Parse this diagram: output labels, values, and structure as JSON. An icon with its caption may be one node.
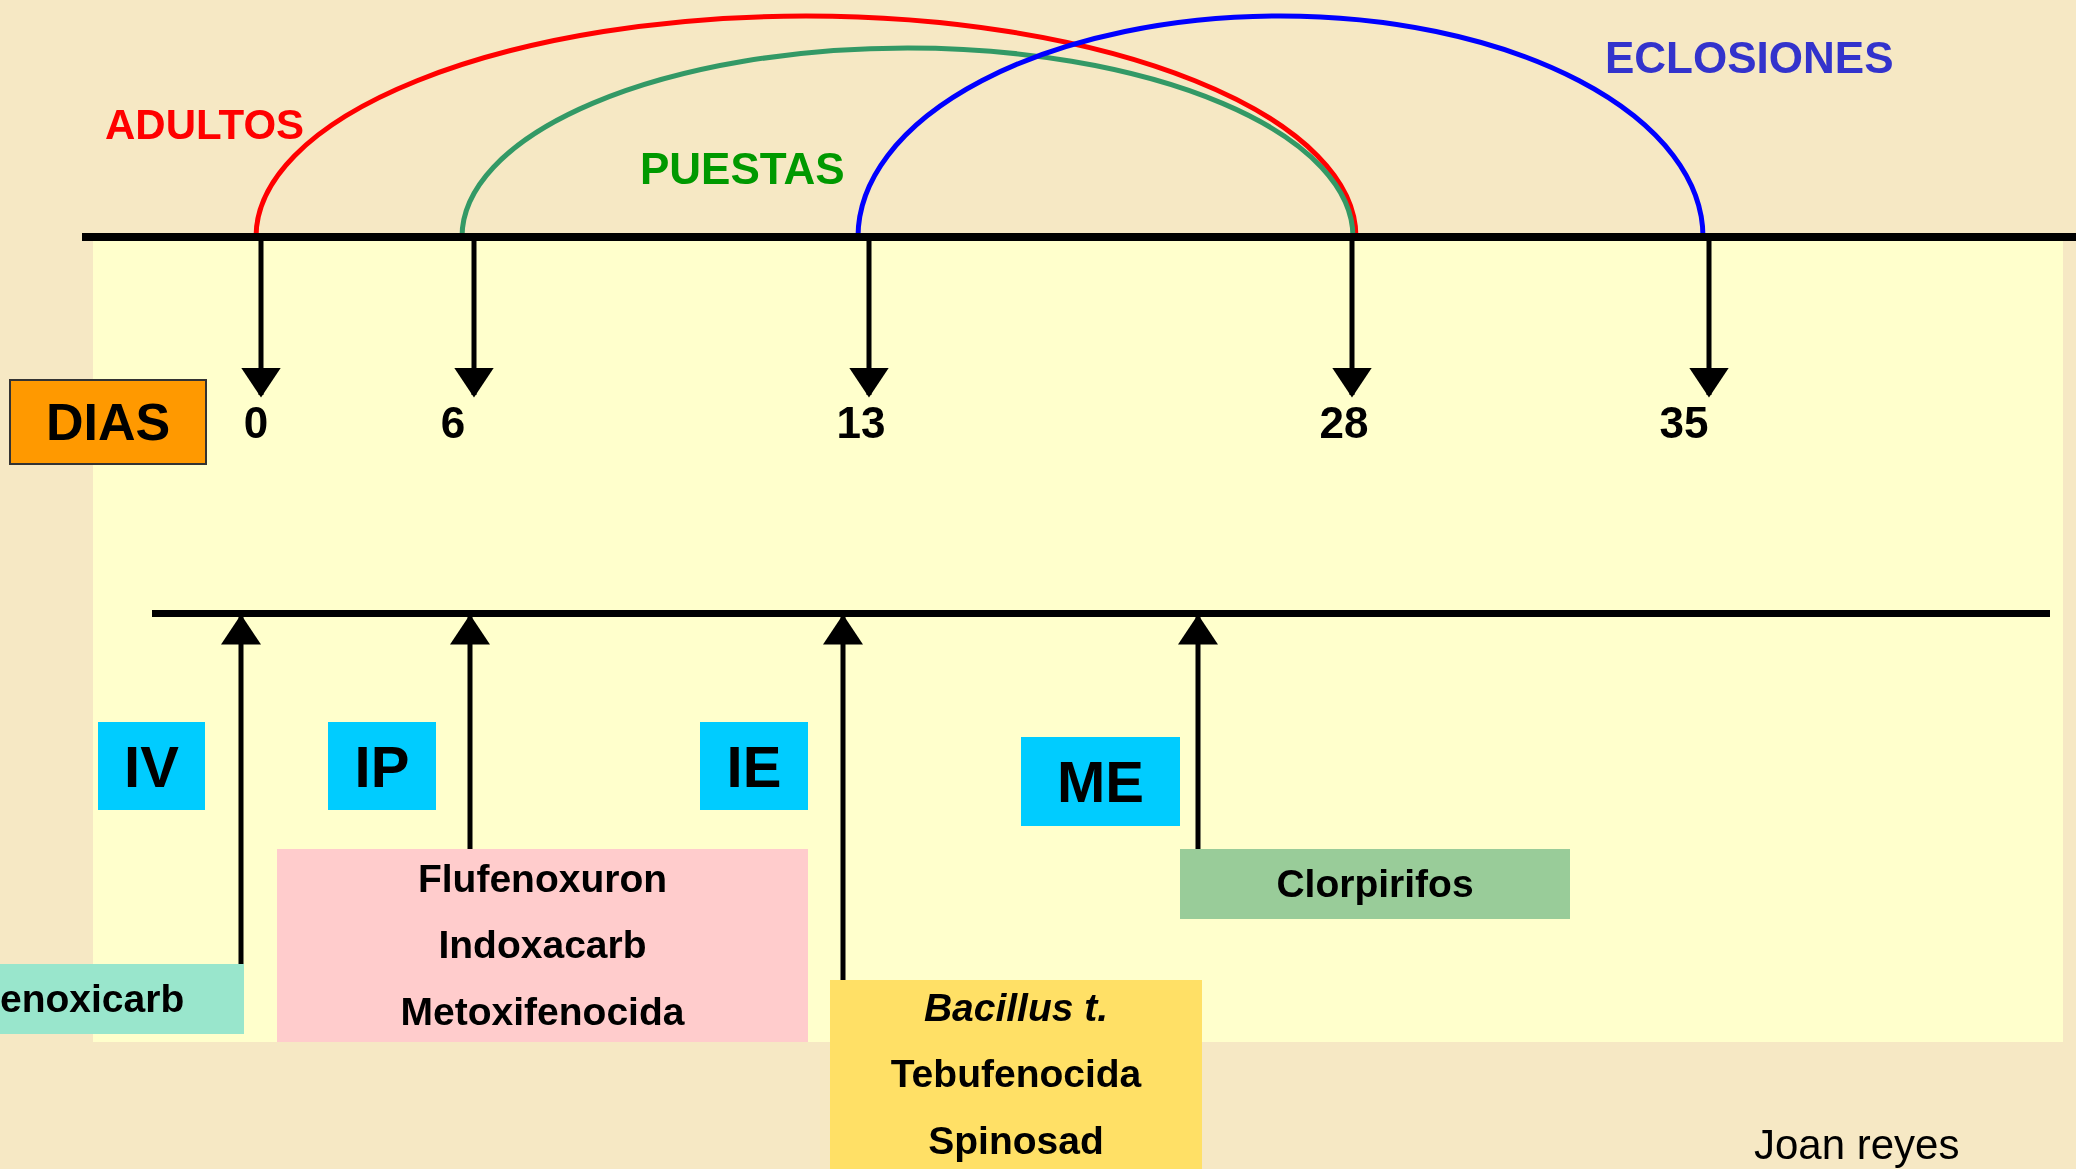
{
  "diagram": {
    "nodes": [
      {
        "text": [
          "DIAS"
        ]
      },
      {
        "text": [
          "0"
        ]
      },
      {
        "text": [
          "6"
        ]
      },
      {
        "text": [
          "13"
        ]
      },
      {
        "text": [
          "28"
        ]
      },
      {
        "text": [
          "35"
        ]
      },
      {
        "text": [
          "IV"
        ]
      },
      {
        "text": [
          "IP"
        ]
      },
      {
        "text": [
          "IE"
        ]
      },
      {
        "text": [
          "ME"
        ]
      },
      {
        "text": [
          "Flufenoxuron",
          "Indoxacarb",
          "Metoxifenocida"
        ]
      },
      {
        "text": [
          "Clorpirifos"
        ]
      },
      {
        "text": [
          "enoxicarb"
        ]
      },
      {
        "text": [
          "Bacillus t.",
          "Tebufenocida",
          "Spinosad"
        ]
      },
      {
        "text": [],
        "shape": "bar"
      },
      {
        "text": [],
        "shape": "bar"
      }
    ],
    "edges": [
      {
        "from": 14,
        "to": 1,
        "arrow": "to"
      },
      {
        "from": 14,
        "to": 2,
        "arrow": "to"
      },
      {
        "from": 14,
        "to": 3,
        "arrow": "to"
      },
      {
        "from": 14,
        "to": 4,
        "arrow": "to"
      },
      {
        "from": 14,
        "to": 5,
        "arrow": "to"
      },
      {
        "from": 12,
        "to": 15,
        "arrow": "to"
      },
      {
        "from": 10,
        "to": 15,
        "arrow": "to"
      },
      {
        "from": 13,
        "to": 15,
        "arrow": "to"
      },
      {
        "from": 11,
        "to": 15,
        "arrow": "to"
      }
    ],
    "labels": [
      "ECLOSIONES",
      "ADULTOS",
      "PUESTAS",
      "Joan reyes"
    ]
  }
}
